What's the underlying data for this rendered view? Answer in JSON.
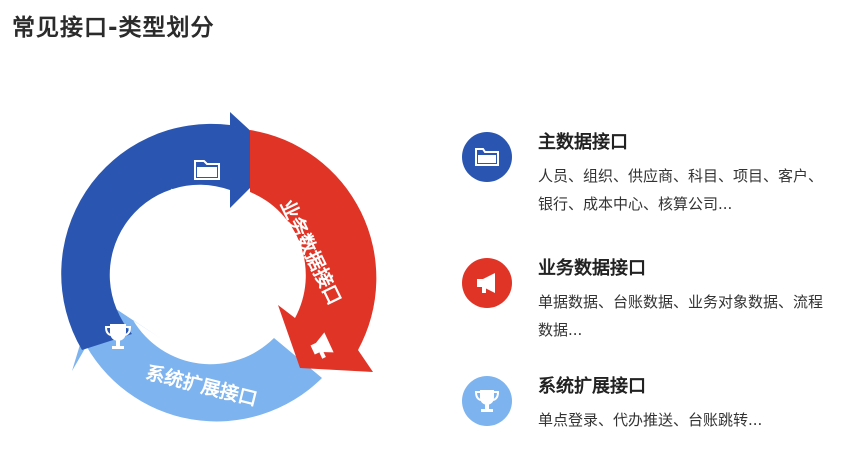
{
  "page": {
    "title": "常见接口-类型划分"
  },
  "colors": {
    "dark_blue": "#2a56b1",
    "red": "#e03427",
    "light_blue": "#7db3ef",
    "dark_blue_shadow": "#1d3f86",
    "red_shadow": "#a8241a"
  },
  "cycle": {
    "segments": [
      {
        "label": "主数据接口",
        "color": "#2a56b1",
        "icon": "folder-icon"
      },
      {
        "label": "业务数据接口",
        "color": "#e03427",
        "icon": "megaphone-icon"
      },
      {
        "label": "系统扩展接口",
        "color": "#7db3ef",
        "icon": "trophy-icon"
      }
    ]
  },
  "items": [
    {
      "title": "主数据接口",
      "desc": "人员、组织、供应商、科目、项目、客户、银行、成本中心、核算公司...",
      "color": "#2a56b1",
      "icon": "folder-icon"
    },
    {
      "title": "业务数据接口",
      "desc": "单据数据、台账数据、业务对象数据、流程数据...",
      "color": "#e03427",
      "icon": "megaphone-icon"
    },
    {
      "title": "系统扩展接口",
      "desc": "单点登录、代办推送、台账跳转...",
      "color": "#7db3ef",
      "icon": "trophy-icon"
    }
  ]
}
